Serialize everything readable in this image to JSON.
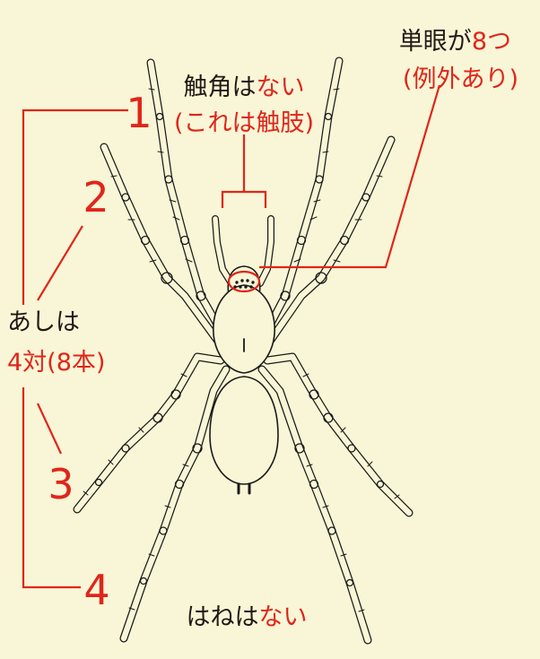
{
  "colors": {
    "background": "#f8f6d6",
    "accent_red": "#e1251b",
    "text_black": "#231815",
    "line_art": "#1a1a1a"
  },
  "labels": {
    "ocelli": {
      "prefix": "単眼が",
      "highlight": "8つ",
      "note": "(例外あり)"
    },
    "antenna": {
      "prefix": "触角は",
      "highlight": "ない",
      "note": "(これは触肢)"
    },
    "legs": {
      "line1": "あしは",
      "line2": "4対(8本)"
    },
    "wings": {
      "prefix": "はねは",
      "highlight": "ない"
    }
  },
  "leg_numbers": [
    "1",
    "2",
    "3",
    "4"
  ],
  "illustration": {
    "subject": "spider-icon"
  }
}
